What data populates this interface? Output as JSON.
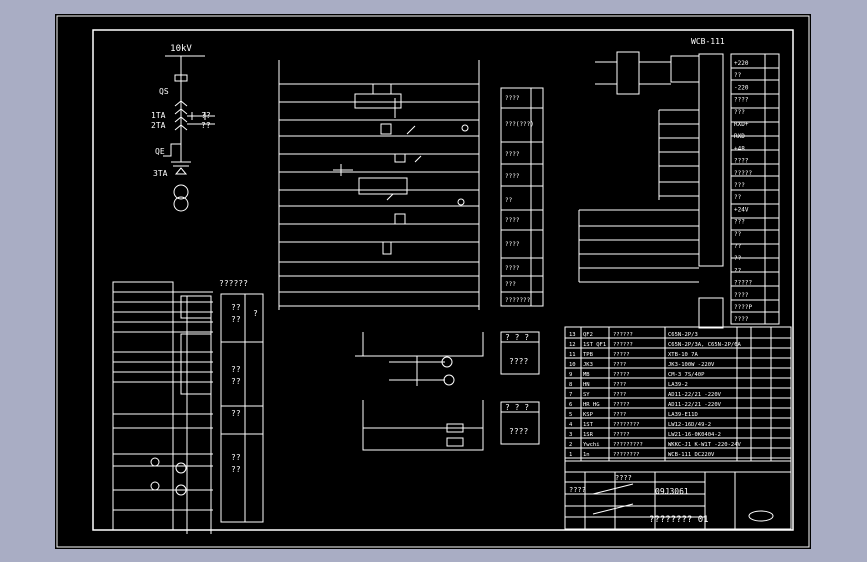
{
  "window": {
    "background": "#a9adc4",
    "canvas_color": "#000000",
    "ink": "#ffffff"
  },
  "bus": {
    "voltage_label": "10kV"
  },
  "primary": {
    "qs_label": "QS",
    "ta_labels": [
      "1TA",
      "2TA"
    ],
    "ta_marks": [
      "??",
      "??"
    ],
    "qe_label": "QE",
    "tv_label": "3TA"
  },
  "relay": {
    "model": "WCB-111"
  },
  "title_block": {
    "drawing_no": "09J3061",
    "title": "???????? 01",
    "company": "????",
    "company2": "????",
    "q": "?"
  },
  "texts": {
    "rows_header": "??????",
    "q2": "??",
    "q3": "???",
    "q4": "????",
    "q5": "?????",
    "q7": "???????",
    "qq": "? ? ?",
    "qqq": "? ? ?"
  },
  "terminals_mid": [
    "????",
    "???(???)",
    "????",
    "????",
    "??",
    "????",
    "????",
    "????",
    "???",
    "???????"
  ],
  "terminals_right": [
    "+220",
    "??",
    "-220",
    "????",
    "???",
    "RXD+",
    "RXD-",
    "+48",
    "????",
    "?????",
    "???",
    "??",
    "+24V",
    "???",
    "??",
    "??",
    "??",
    "??",
    "?????",
    "????",
    "????P",
    "????"
  ],
  "bom": {
    "rows": [
      {
        "no": "13",
        "code": "QF2",
        "name": "??????",
        "model": "C65N-2P/3"
      },
      {
        "no": "12",
        "code": "1ST QF1",
        "name": "??????",
        "model": "C65N-2P/3A, C65N-2P/6A"
      },
      {
        "no": "11",
        "code": "TPB",
        "name": "?????",
        "model": "XTB-10 7A"
      },
      {
        "no": "10",
        "code": "JK3",
        "name": "????",
        "model": "JK3-100W -220V"
      },
      {
        "no": "9",
        "code": "MB",
        "name": "?????",
        "model": "CM-3 7S/40P"
      },
      {
        "no": "8",
        "code": "HN",
        "name": "????",
        "model": "LA39-2"
      },
      {
        "no": "7",
        "code": "SY",
        "name": "????",
        "model": "AD11-22/21 -220V"
      },
      {
        "no": "6",
        "code": "HR HG",
        "name": "?????",
        "model": "AD11-22/21 -220V"
      },
      {
        "no": "5",
        "code": "KSP",
        "name": "????",
        "model": "LA39-E11D"
      },
      {
        "no": "4",
        "code": "1ST",
        "name": "????????",
        "model": "LW12-16D/49-2"
      },
      {
        "no": "3",
        "code": "1SR",
        "name": "?????",
        "model": "LW21-16-0K0404-2"
      },
      {
        "no": "2",
        "code": "Ywchi",
        "name": "?????????",
        "model": "WKKC-J1 K-W1T -220-24V"
      },
      {
        "no": "1",
        "code": "1n",
        "name": "????????",
        "model": "WCB-111 DC220V"
      }
    ]
  }
}
